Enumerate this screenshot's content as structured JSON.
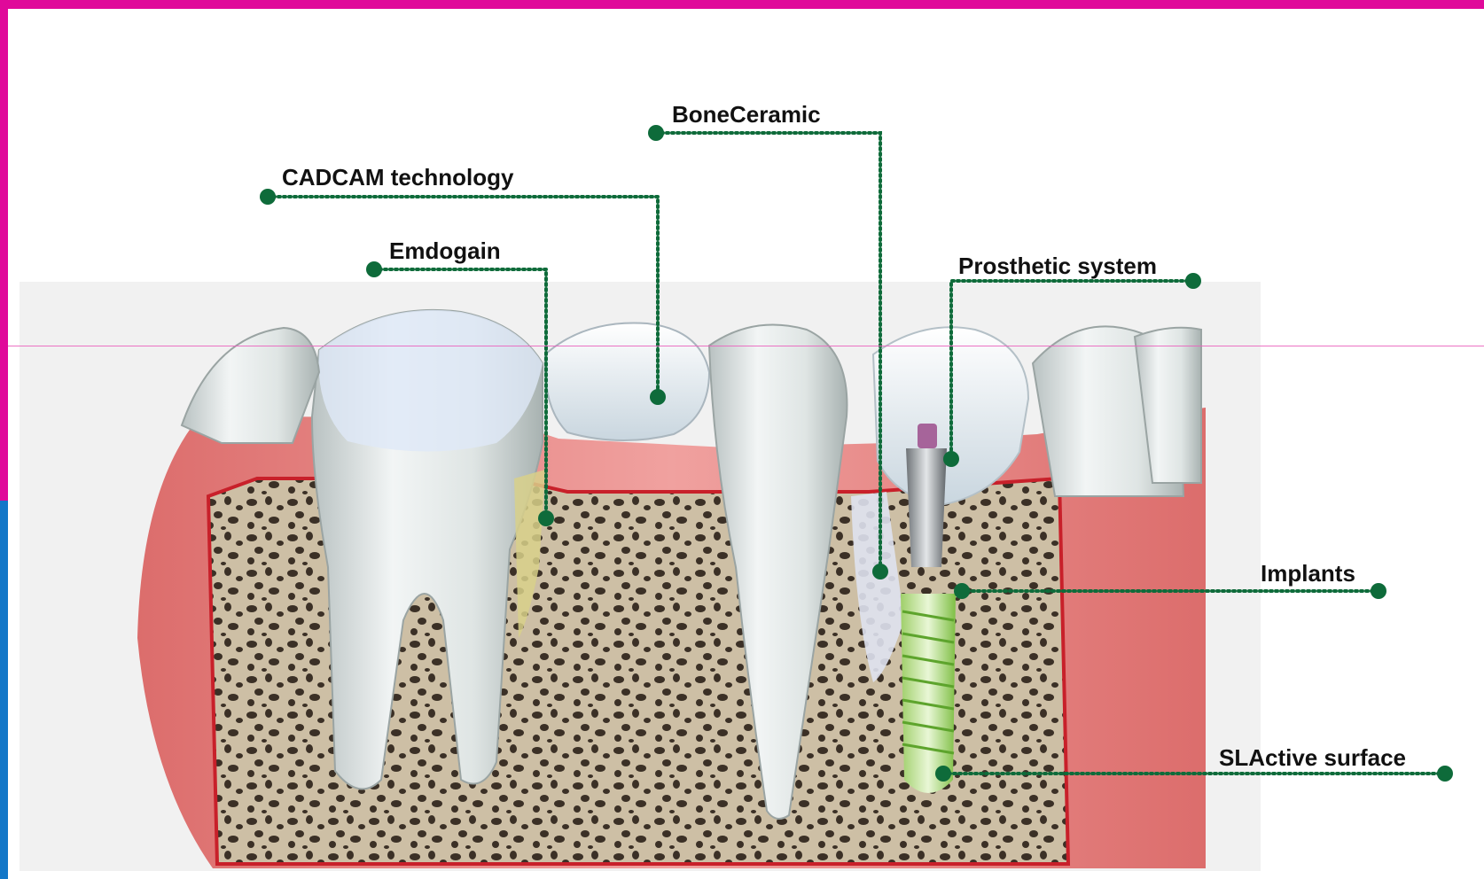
{
  "colors": {
    "frame_magenta": "#e0099a",
    "frame_blue": "#1377c8",
    "leader_green": "#0e6b3a",
    "gum": "#ec8f8d",
    "gum_edge": "#c8202a",
    "bone": "#c9bda4",
    "bone_pore": "#3a3026",
    "tooth": "#e6ebeb"
  },
  "labels": {
    "boneceramic": "BoneCeramic",
    "cadcam": "CADCAM technology",
    "emdogain": "Emdogain",
    "prosthetic": "Prosthetic system",
    "implants": "Implants",
    "slactive": "SLActive surface"
  }
}
